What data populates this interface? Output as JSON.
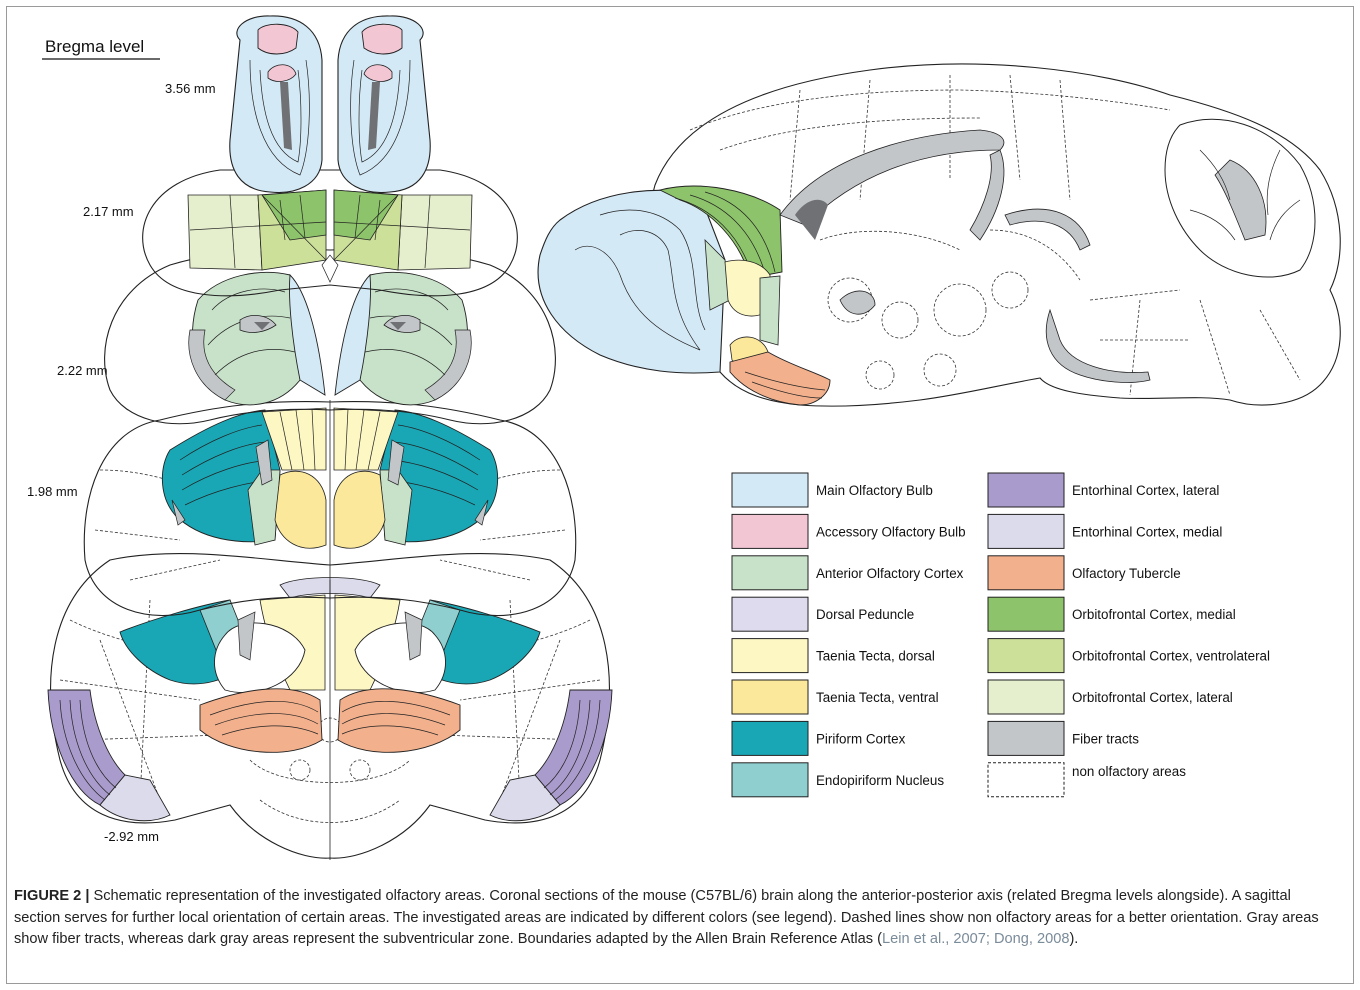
{
  "bregma": {
    "title": "Bregma level",
    "levels": [
      "3.56 mm",
      "2.17 mm",
      "2.22 mm",
      "1.98 mm",
      "-2.92 mm"
    ]
  },
  "colors": {
    "main_olfactory_bulb": "#d4e9f6",
    "accessory_olfactory_bulb": "#f3c6d4",
    "anterior_olfactory_cortex": "#c8e2c9",
    "dorsal_peduncle": "#dddbed",
    "taenia_tecta_dorsal": "#fdf7c3",
    "taenia_tecta_ventral": "#fbe89a",
    "piriform_cortex": "#1aa7b5",
    "endopiriform_nucleus": "#8fcfcf",
    "entorhinal_lateral": "#a99bcb",
    "entorhinal_medial": "#dcdbec",
    "olfactory_tubercle": "#f2b08d",
    "orbitofrontal_medial": "#8dc36a",
    "orbitofrontal_ventrolateral": "#cde09a",
    "orbitofrontal_lateral": "#e6efcd",
    "fiber_tracts": "#c3c6c9",
    "subventricular_zone": "#6f7175"
  },
  "legend": [
    {
      "label": "Main Olfactory Bulb",
      "color": "#d4e9f6",
      "dashed": false
    },
    {
      "label": "Accessory Olfactory Bulb",
      "color": "#f3c6d4",
      "dashed": false
    },
    {
      "label": "Anterior Olfactory Cortex",
      "color": "#c8e2c9",
      "dashed": false
    },
    {
      "label": "Dorsal Peduncle",
      "color": "#dddbed",
      "dashed": false
    },
    {
      "label": "Taenia Tecta, dorsal",
      "color": "#fdf7c3",
      "dashed": false
    },
    {
      "label": "Taenia Tecta, ventral",
      "color": "#fbe89a",
      "dashed": false
    },
    {
      "label": "Piriform Cortex",
      "color": "#1aa7b5",
      "dashed": false
    },
    {
      "label": "Endopiriform Nucleus",
      "color": "#8fcfcf",
      "dashed": false
    },
    {
      "label": "Entorhinal Cortex, lateral",
      "color": "#a99bcb",
      "dashed": false
    },
    {
      "label": "Entorhinal Cortex, medial",
      "color": "#dcdbec",
      "dashed": false
    },
    {
      "label": "Olfactory Tubercle",
      "color": "#f2b08d",
      "dashed": false
    },
    {
      "label": "Orbitofrontal Cortex, medial",
      "color": "#8dc36a",
      "dashed": false
    },
    {
      "label": "Orbitofrontal Cortex, ventrolateral",
      "color": "#cde09a",
      "dashed": false
    },
    {
      "label": "Orbitofrontal Cortex, lateral",
      "color": "#e6efcd",
      "dashed": false
    },
    {
      "label": "Fiber tracts",
      "color": "#c3c6c9",
      "dashed": false
    },
    {
      "label": "non olfactory areas",
      "color": "#ffffff",
      "dashed": true
    }
  ],
  "caption": {
    "label": "FIGURE 2 |",
    "text": " Schematic representation of the investigated olfactory areas. Coronal sections of the mouse (C57BL/6) brain along the anterior-posterior axis (related Bregma levels alongside). A sagittal section serves for further local orientation of certain areas. The investigated areas are indicated by different colors (see legend). Dashed lines show non olfactory areas for a better orientation. Gray areas show fiber tracts, whereas dark gray areas represent the subventricular zone. Boundaries adapted by the Allen Brain Reference Atlas (",
    "cite": "Lein et al., 2007; Dong, 2008",
    "end": ")."
  }
}
